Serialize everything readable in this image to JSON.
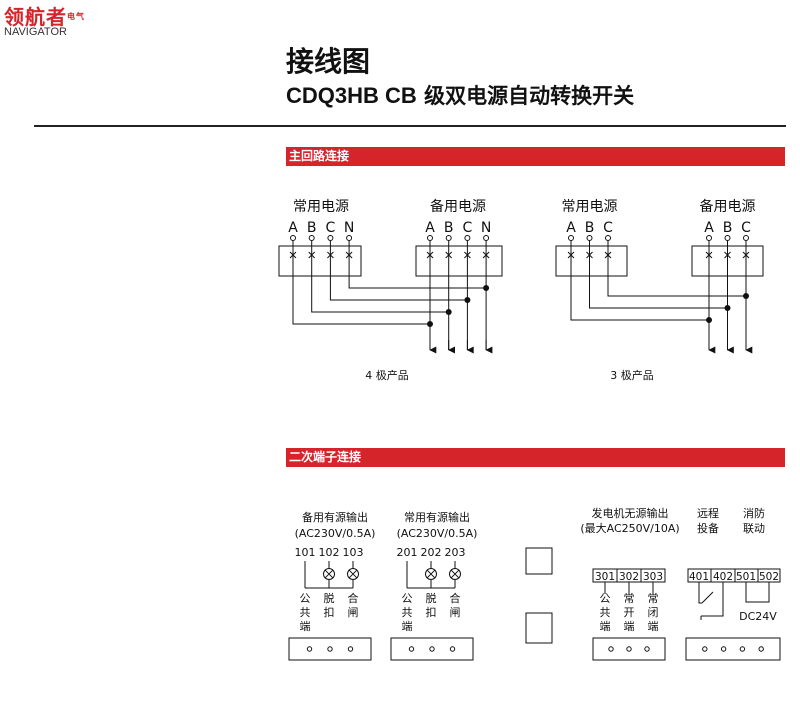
{
  "brand": {
    "name_cn": "领航者",
    "name_cn_small": "电气",
    "name_en": "NAVIGATOR"
  },
  "header": {
    "title": "接线图",
    "model": "CDQ3HB CB",
    "product_desc": "级双电源自动转换开关"
  },
  "main_circuit": {
    "section_title": "主回路连接",
    "four_pole": {
      "normal_label": "常用电源",
      "normal_phases": [
        "A",
        "B",
        "C",
        "N"
      ],
      "backup_label": "备用电源",
      "backup_phases": [
        "A",
        "B",
        "C",
        "N"
      ],
      "caption": "4 极产品"
    },
    "three_pole": {
      "normal_label": "常用电源",
      "normal_phases": [
        "A",
        "B",
        "C"
      ],
      "backup_label": "备用电源",
      "backup_phases": [
        "A",
        "B",
        "C"
      ],
      "caption": "3 极产品"
    }
  },
  "secondary": {
    "section_title": "二次端子连接",
    "backup_output": {
      "title_line1": "备用有源输出",
      "title_line2": "(AC230V/0.5A)",
      "terminals": [
        "101",
        "102",
        "103"
      ],
      "labels": [
        [
          "公",
          "共",
          "端"
        ],
        [
          "脱",
          "扣"
        ],
        [
          "合",
          "闸"
        ]
      ]
    },
    "normal_output": {
      "title_line1": "常用有源输出",
      "title_line2": "(AC230V/0.5A)",
      "terminals": [
        "201",
        "202",
        "203"
      ],
      "labels": [
        [
          "公",
          "共",
          "端"
        ],
        [
          "脱",
          "扣"
        ],
        [
          "合",
          "闸"
        ]
      ]
    },
    "generator_output": {
      "title_line1": "发电机无源输出",
      "title_line2": "(最大AC250V/10A)",
      "terminals": [
        "301",
        "302",
        "303"
      ],
      "labels": [
        [
          "公",
          "共",
          "端"
        ],
        [
          "常",
          "开",
          "端"
        ],
        [
          "常",
          "闭",
          "端"
        ]
      ]
    },
    "remote_fire": {
      "remote_line1": "远程",
      "remote_line2": "投备",
      "fire_line1": "消防",
      "fire_line2": "联动",
      "terminals": [
        "401",
        "402",
        "501",
        "502"
      ],
      "dc_label": "DC24V"
    }
  }
}
